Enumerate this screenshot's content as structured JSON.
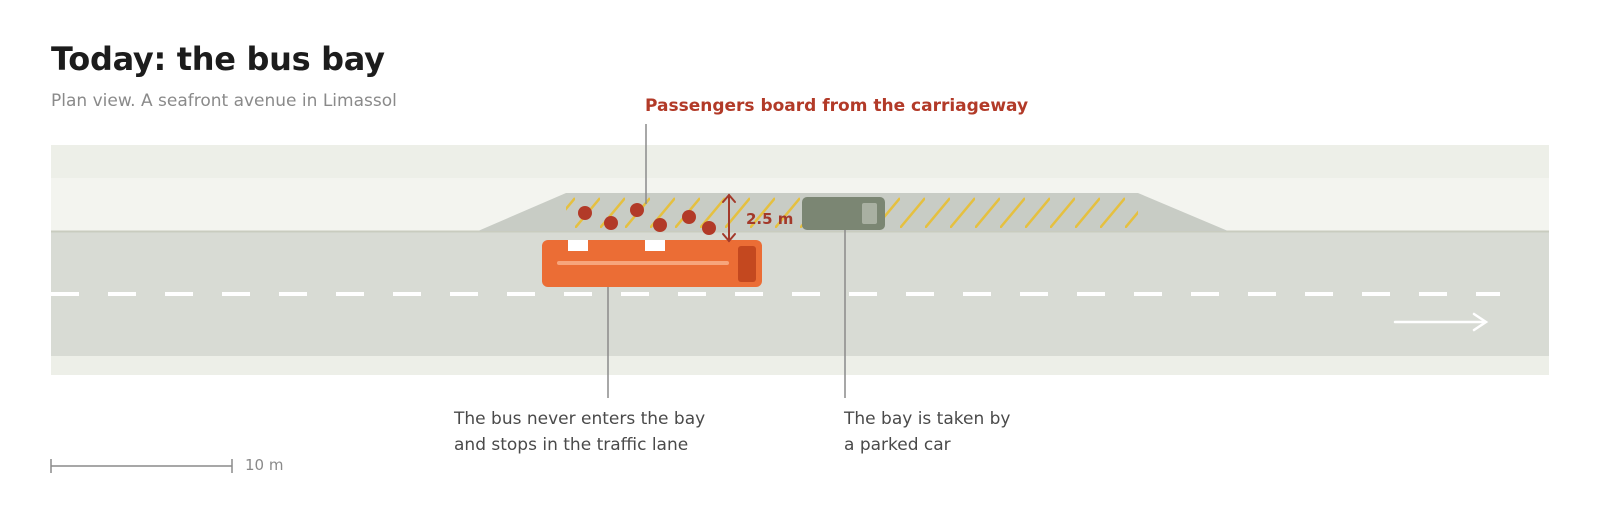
{
  "title": "Today: the bus bay",
  "subtitle": "Plan view. A seafront avenue in Limassol",
  "callouts": {
    "boarding": "Passengers board from the carriageway",
    "bay_depth": "2.5 m",
    "bus_note": [
      "The bus never enters the bay",
      "and stops in the traffic lane"
    ],
    "car_note": [
      "The bay is taken by",
      "a parked car"
    ]
  },
  "scale": {
    "label": "10 m",
    "metres": 10
  },
  "colors": {
    "road": "#d8dbd4",
    "pavement": "#edefe8",
    "bay": "#c8ccc5",
    "hatch": "#e5c040",
    "bus": "#eb6d35",
    "passenger": "#b23a28",
    "car": "#7b8673",
    "leader": "#8a8a8a"
  },
  "icons": [
    "bus-icon",
    "parked-car-icon",
    "passenger-dot-icon",
    "direction-arrow-icon",
    "dimension-arrow-icon"
  ]
}
